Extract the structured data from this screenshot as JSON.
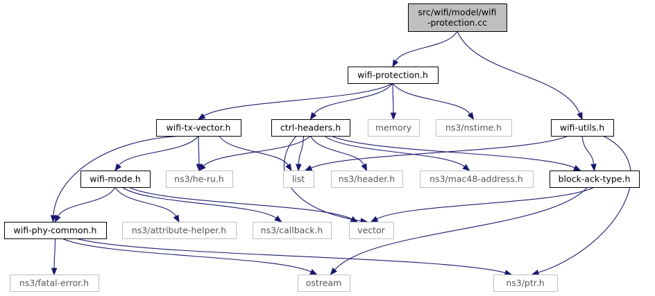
{
  "diagram": {
    "type": "include-dependency-graph",
    "colors": {
      "edge": "#191970",
      "root_fill": "#bfbfbf",
      "local_border": "#000000",
      "system_border": "#bfbfbf",
      "system_text": "#555555"
    },
    "nodes": [
      {
        "id": "root",
        "lines": [
          "src/wifi/model/wifi",
          "-protection.cc"
        ],
        "kind": "root"
      },
      {
        "id": "wifi-protection",
        "lines": [
          "wifi-protection.h"
        ],
        "kind": "local"
      },
      {
        "id": "wifi-tx-vector",
        "lines": [
          "wifi-tx-vector.h"
        ],
        "kind": "local"
      },
      {
        "id": "ctrl-headers",
        "lines": [
          "ctrl-headers.h"
        ],
        "kind": "local"
      },
      {
        "id": "memory",
        "lines": [
          "memory"
        ],
        "kind": "system"
      },
      {
        "id": "nstime",
        "lines": [
          "ns3/nstime.h"
        ],
        "kind": "system"
      },
      {
        "id": "wifi-utils",
        "lines": [
          "wifi-utils.h"
        ],
        "kind": "local"
      },
      {
        "id": "wifi-mode",
        "lines": [
          "wifi-mode.h"
        ],
        "kind": "local"
      },
      {
        "id": "he-ru",
        "lines": [
          "ns3/he-ru.h"
        ],
        "kind": "system"
      },
      {
        "id": "list",
        "lines": [
          "list"
        ],
        "kind": "system"
      },
      {
        "id": "header",
        "lines": [
          "ns3/header.h"
        ],
        "kind": "system"
      },
      {
        "id": "mac48",
        "lines": [
          "ns3/mac48-address.h"
        ],
        "kind": "system"
      },
      {
        "id": "block-ack-type",
        "lines": [
          "block-ack-type.h"
        ],
        "kind": "local"
      },
      {
        "id": "wifi-phy-common",
        "lines": [
          "wifi-phy-common.h"
        ],
        "kind": "local"
      },
      {
        "id": "attribute-helper",
        "lines": [
          "ns3/attribute-helper.h"
        ],
        "kind": "system"
      },
      {
        "id": "callback",
        "lines": [
          "ns3/callback.h"
        ],
        "kind": "system"
      },
      {
        "id": "vector",
        "lines": [
          "vector"
        ],
        "kind": "system"
      },
      {
        "id": "fatal-error",
        "lines": [
          "ns3/fatal-error.h"
        ],
        "kind": "system"
      },
      {
        "id": "ostream",
        "lines": [
          "ostream"
        ],
        "kind": "system"
      },
      {
        "id": "ptr",
        "lines": [
          "ns3/ptr.h"
        ],
        "kind": "system"
      }
    ],
    "edges": [
      {
        "from": "root",
        "to": "wifi-protection"
      },
      {
        "from": "root",
        "to": "wifi-utils"
      },
      {
        "from": "wifi-protection",
        "to": "wifi-tx-vector"
      },
      {
        "from": "wifi-protection",
        "to": "ctrl-headers"
      },
      {
        "from": "wifi-protection",
        "to": "memory"
      },
      {
        "from": "wifi-protection",
        "to": "nstime"
      },
      {
        "from": "wifi-tx-vector",
        "to": "wifi-mode"
      },
      {
        "from": "wifi-tx-vector",
        "to": "he-ru"
      },
      {
        "from": "wifi-tx-vector",
        "to": "list"
      },
      {
        "from": "wifi-tx-vector",
        "to": "wifi-phy-common"
      },
      {
        "from": "ctrl-headers",
        "to": "he-ru"
      },
      {
        "from": "ctrl-headers",
        "to": "list"
      },
      {
        "from": "ctrl-headers",
        "to": "header"
      },
      {
        "from": "ctrl-headers",
        "to": "mac48"
      },
      {
        "from": "ctrl-headers",
        "to": "block-ack-type"
      },
      {
        "from": "ctrl-headers",
        "to": "vector"
      },
      {
        "from": "wifi-utils",
        "to": "list"
      },
      {
        "from": "wifi-utils",
        "to": "block-ack-type"
      },
      {
        "from": "wifi-utils",
        "to": "ptr"
      },
      {
        "from": "wifi-mode",
        "to": "wifi-phy-common"
      },
      {
        "from": "wifi-mode",
        "to": "attribute-helper"
      },
      {
        "from": "wifi-mode",
        "to": "callback"
      },
      {
        "from": "wifi-mode",
        "to": "vector"
      },
      {
        "from": "block-ack-type",
        "to": "vector"
      },
      {
        "from": "block-ack-type",
        "to": "ostream"
      },
      {
        "from": "wifi-phy-common",
        "to": "fatal-error"
      },
      {
        "from": "wifi-phy-common",
        "to": "ostream"
      },
      {
        "from": "wifi-phy-common",
        "to": "ptr"
      }
    ]
  }
}
